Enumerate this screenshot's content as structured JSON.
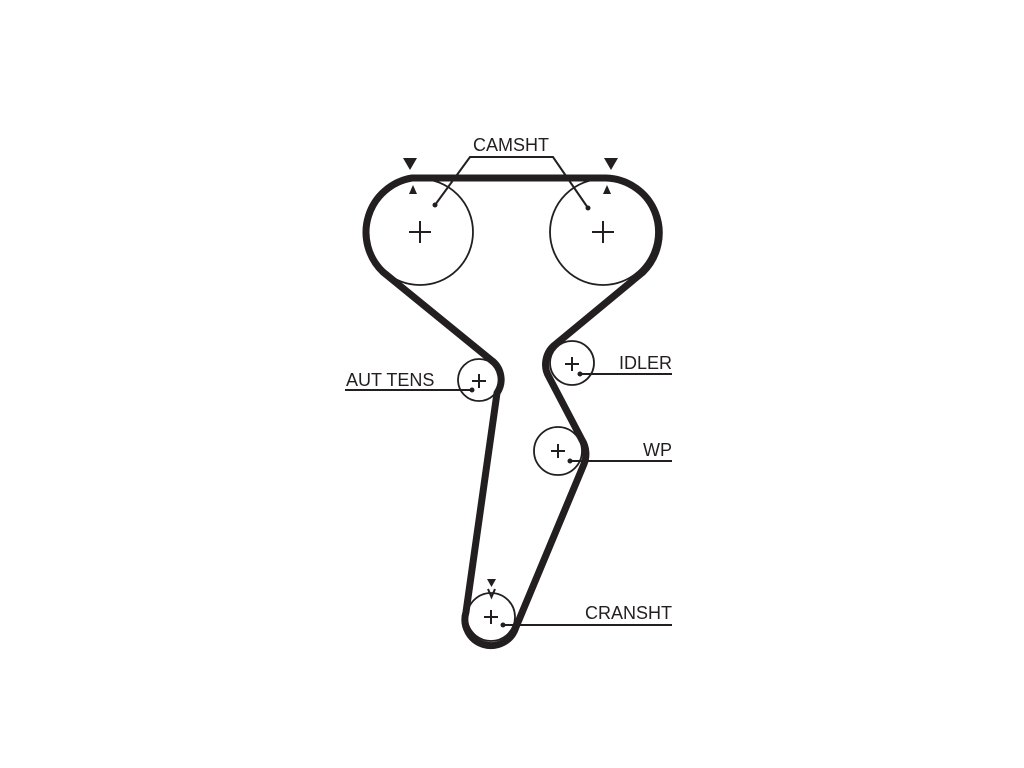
{
  "diagram": {
    "type": "timing-belt-routing",
    "colors": {
      "line": "#231f20",
      "background": "#ffffff"
    },
    "labels": {
      "camshaft": "CAMSHT",
      "auto_tensioner": "AUT TENS",
      "idler": "IDLER",
      "water_pump": "WP",
      "crankshaft": "CRANSHT"
    }
  }
}
